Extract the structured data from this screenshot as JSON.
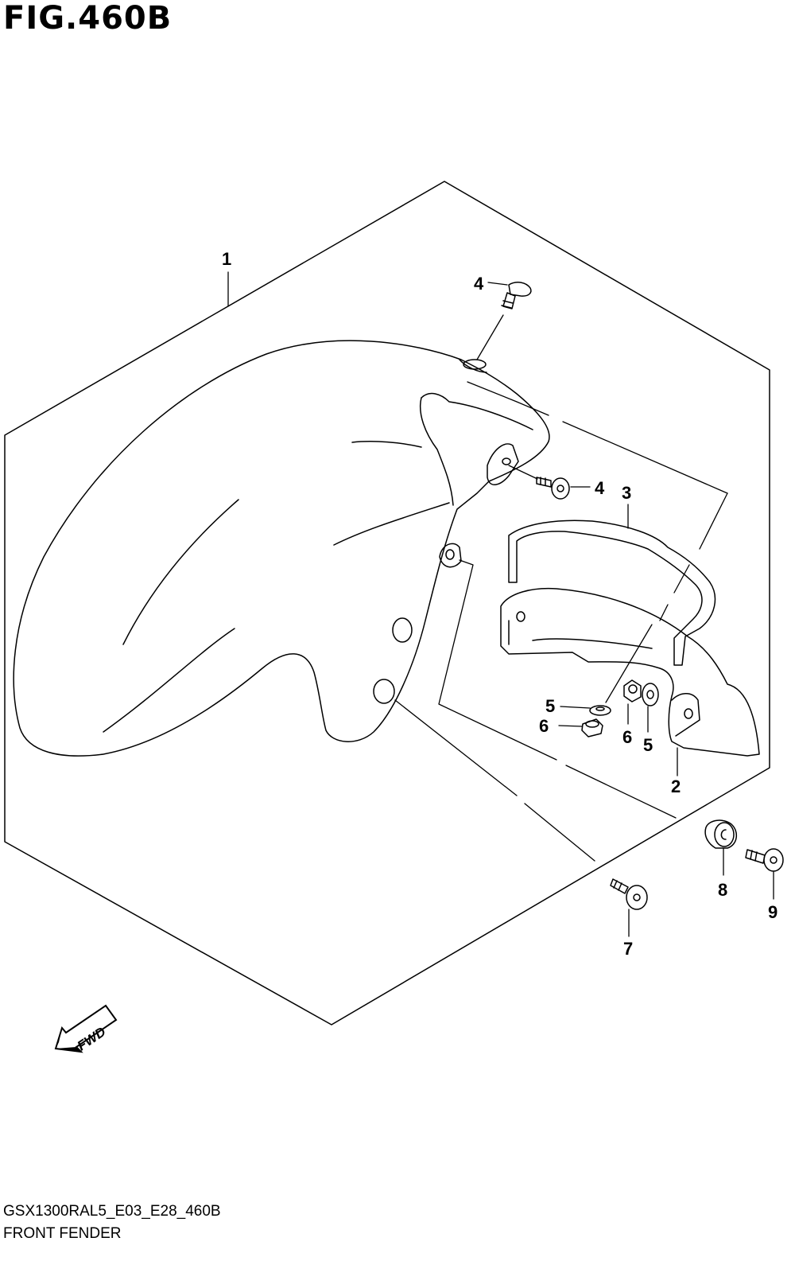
{
  "figure": {
    "title": "FIG.460B"
  },
  "footer": {
    "model_code": "GSX1300RAL5_E03_E28_460B",
    "section_name": "FRONT FENDER"
  },
  "fwd_arrow": {
    "label": "FWD"
  },
  "callouts": [
    "1",
    "2",
    "3",
    "4",
    "4",
    "5",
    "5",
    "6",
    "6",
    "7",
    "8",
    "9"
  ]
}
